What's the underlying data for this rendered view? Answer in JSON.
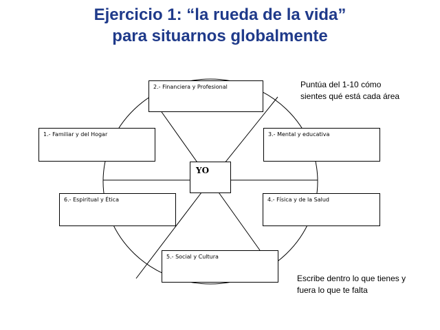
{
  "title": {
    "line1": "Ejercicio 1: “la rueda de la vida”",
    "line2": "para situarnos globalmente"
  },
  "center_label": "YO",
  "areas": [
    {
      "label": "1.- Familiar y del Hogar"
    },
    {
      "label": "2.- Financiera y Profesional"
    },
    {
      "label": "3.- Mental y educativa"
    },
    {
      "label": "4.- Física y de la Salud"
    },
    {
      "label": "5.- Social y Cultura"
    },
    {
      "label": "6.- Espiritual y Ética"
    }
  ],
  "notes": {
    "top_right": [
      "Puntúa del 1-10 cómo",
      "sientes qué está cada área"
    ],
    "bottom_right": [
      "Escribe dentro lo que tienes y",
      "fuera lo que te falta"
    ]
  },
  "colors": {
    "title": "#1f3a8a",
    "lines": "#000000",
    "background": "#ffffff"
  }
}
